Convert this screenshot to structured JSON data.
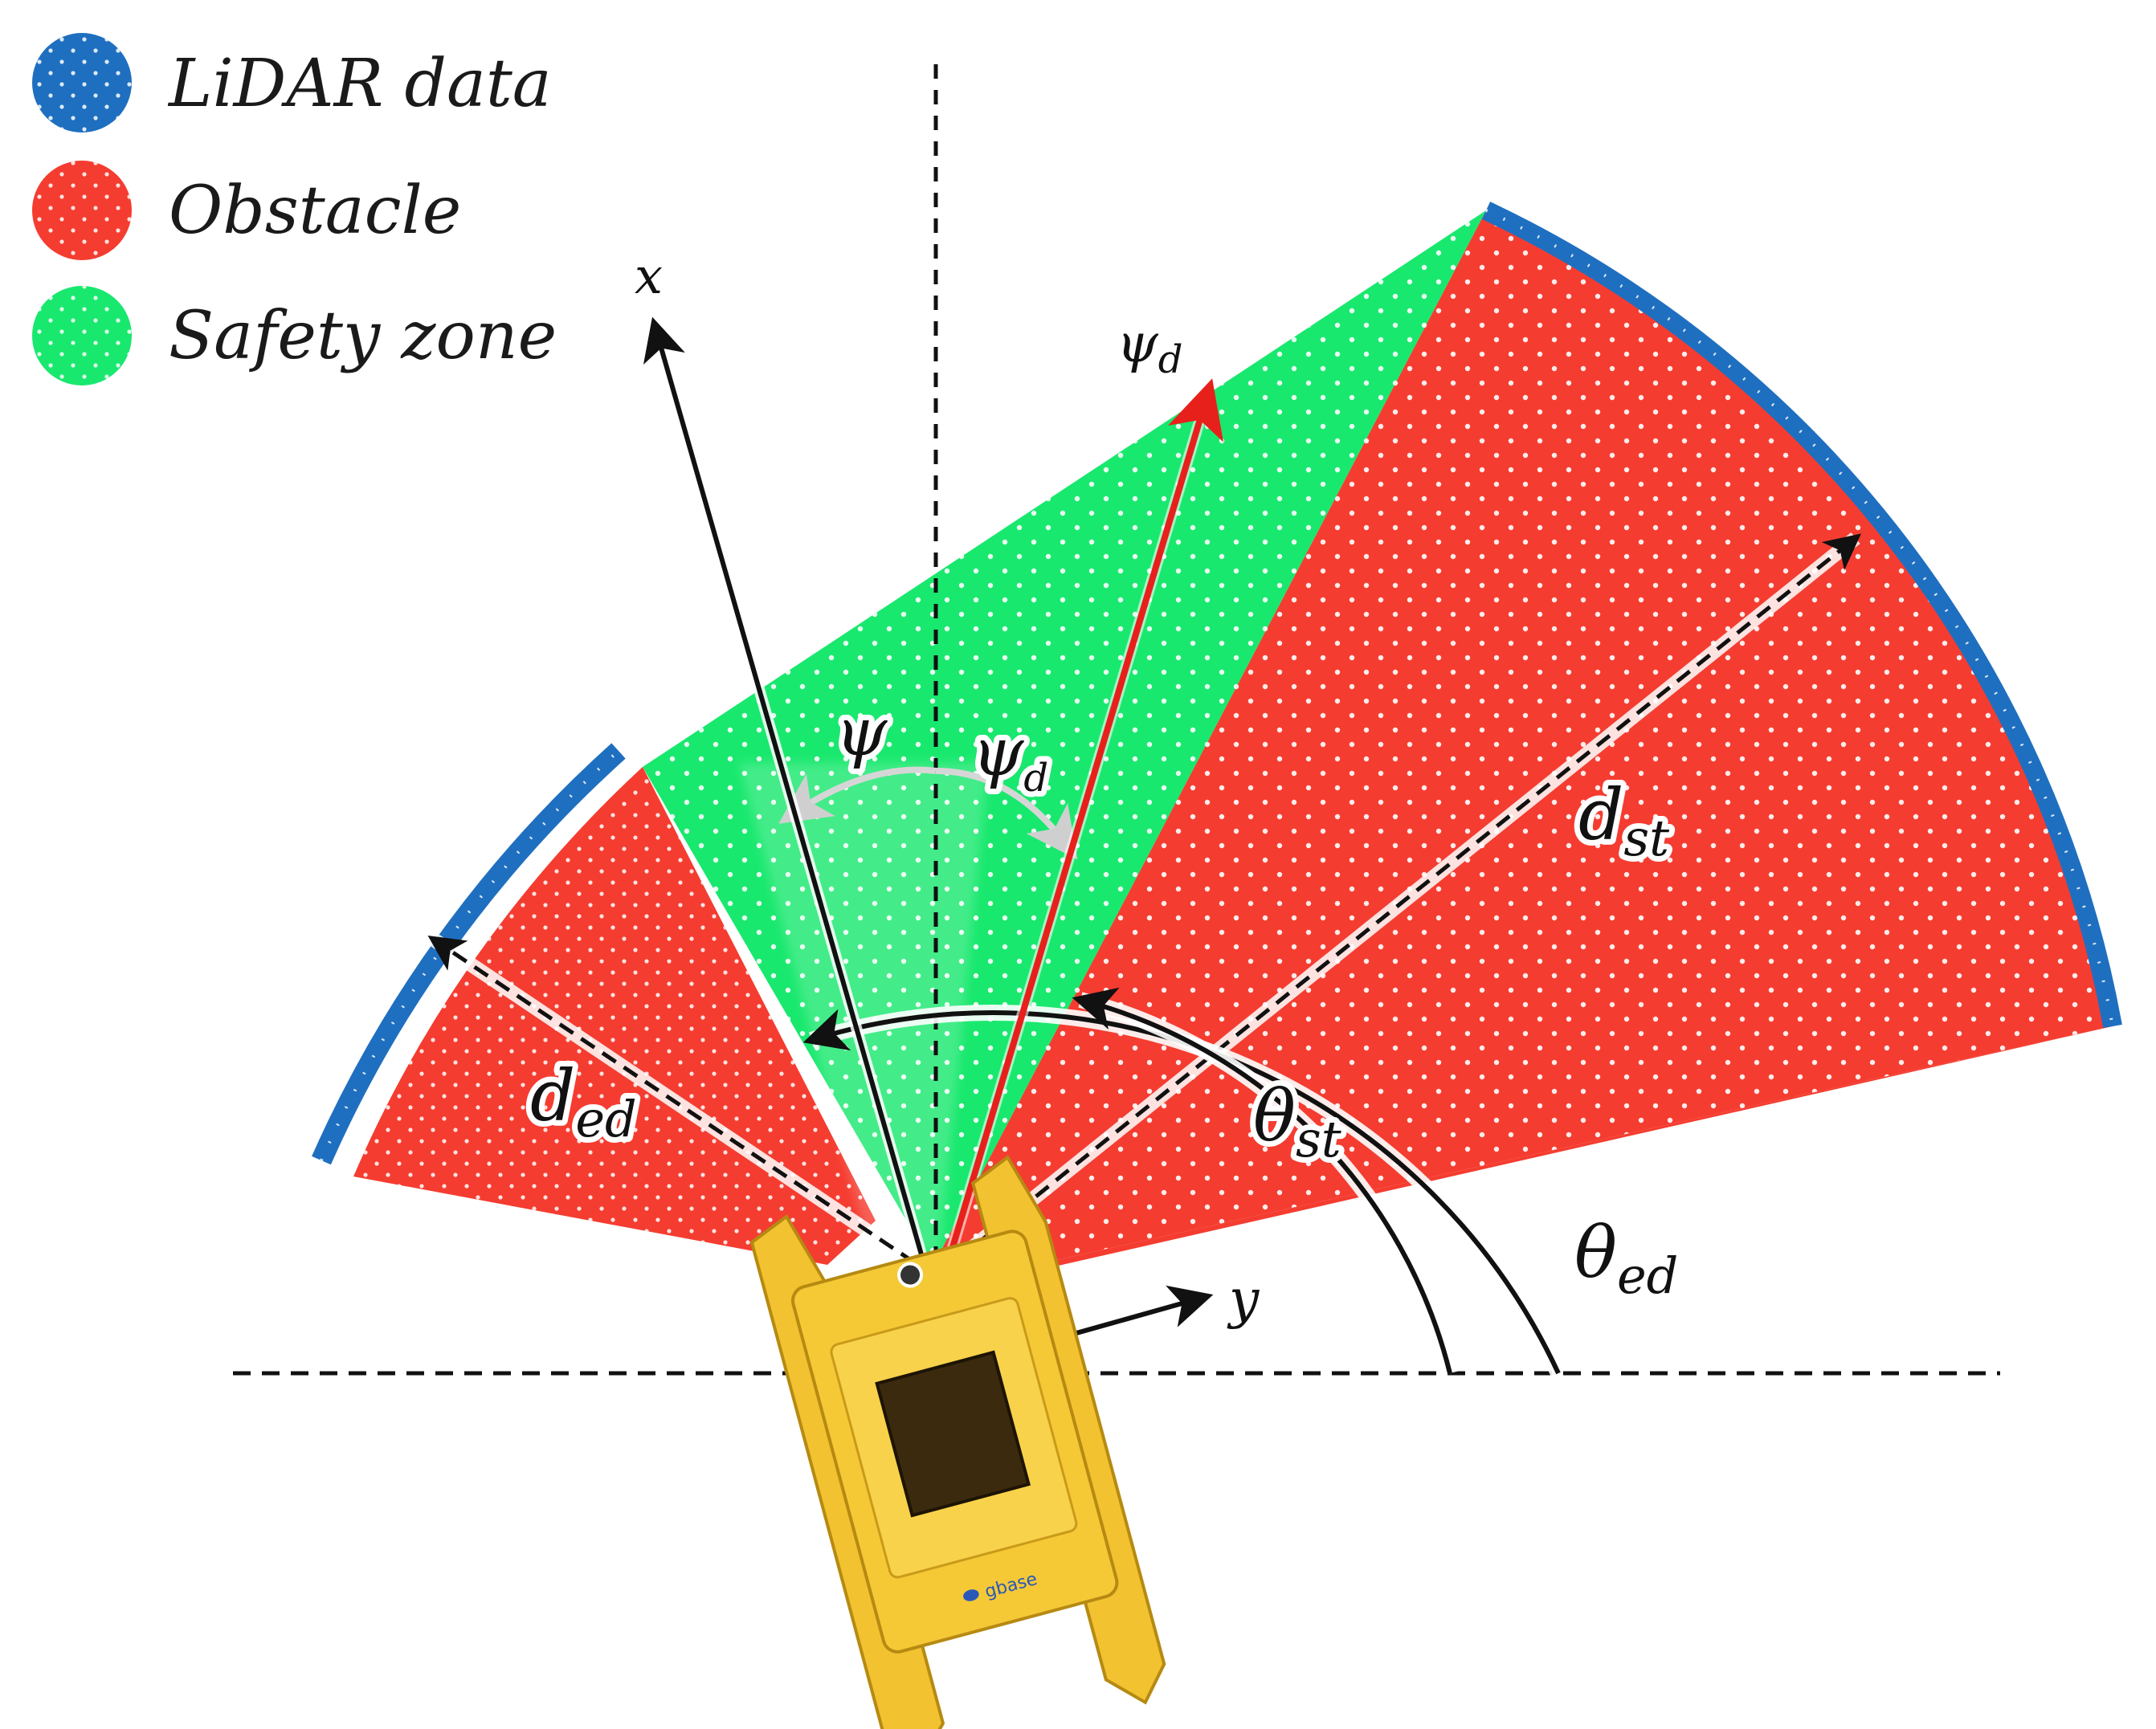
{
  "legend": {
    "lidar": {
      "label": "LiDAR data",
      "color": "#1f6fc0"
    },
    "obstacle": {
      "label": "Obstacle",
      "color": "#f53c30"
    },
    "safety": {
      "label": "Safety zone",
      "color": "#19e86e"
    }
  },
  "axes": {
    "x": "x",
    "y": "y"
  },
  "labels": {
    "psi": "ψ",
    "psi_d_main": "ψ",
    "psi_d_main_sub": "d",
    "psi_d_inner": "ψ",
    "psi_d_inner_sub": "d",
    "d_st": "d",
    "d_st_sub": "st",
    "d_ed": "d",
    "d_ed_sub": "ed",
    "theta_st": "θ",
    "theta_st_sub": "st",
    "theta_ed": "θ",
    "theta_ed_sub": "ed"
  },
  "boat": {
    "brand": "gbase",
    "body_color": "#f2c230",
    "screen_color": "#3b2a0e"
  },
  "colors": {
    "arrow": "#111111",
    "desired_heading": "#e8201c"
  }
}
